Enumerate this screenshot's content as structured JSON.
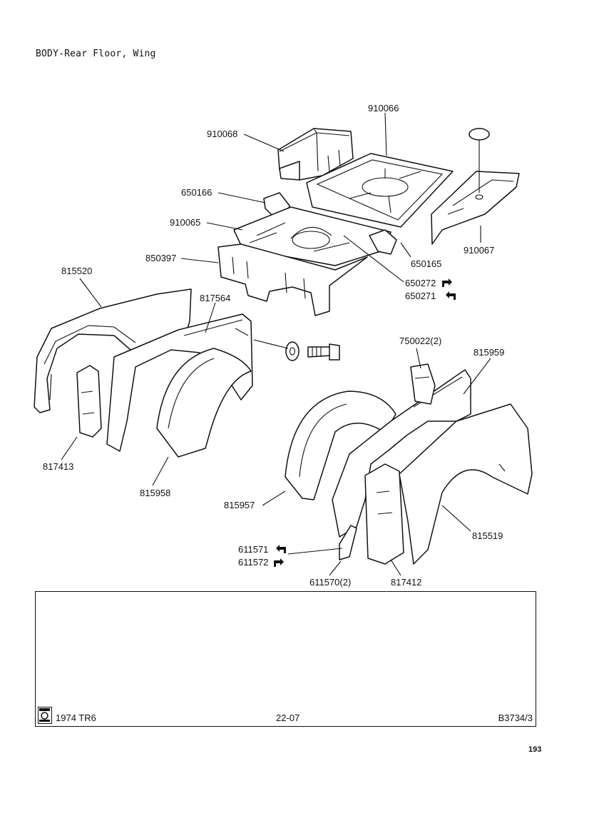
{
  "title": "BODY-Rear Floor, Wing",
  "parts": [
    {
      "id": "910066",
      "label": "910066"
    },
    {
      "id": "910068",
      "label": "910068"
    },
    {
      "id": "650166",
      "label": "650166"
    },
    {
      "id": "910065",
      "label": "910065"
    },
    {
      "id": "850397",
      "label": "850397"
    },
    {
      "id": "650165",
      "label": "650165"
    },
    {
      "id": "910067",
      "label": "910067"
    },
    {
      "id": "650272",
      "label": "650272"
    },
    {
      "id": "650271",
      "label": "650271"
    },
    {
      "id": "815520",
      "label": "815520"
    },
    {
      "id": "817564",
      "label": "817564"
    },
    {
      "id": "750022",
      "label": "750022(2)"
    },
    {
      "id": "815959",
      "label": "815959"
    },
    {
      "id": "817413",
      "label": "817413"
    },
    {
      "id": "815958",
      "label": "815958"
    },
    {
      "id": "815957",
      "label": "815957"
    },
    {
      "id": "815519",
      "label": "815519"
    },
    {
      "id": "611571",
      "label": "611571"
    },
    {
      "id": "611572",
      "label": "611572"
    },
    {
      "id": "611570",
      "label": "611570(2)"
    },
    {
      "id": "817412",
      "label": "817412"
    }
  ],
  "footer": {
    "model": "1974  TR6",
    "section": "22-07",
    "ref": "B3734/3"
  },
  "page_number": "193"
}
